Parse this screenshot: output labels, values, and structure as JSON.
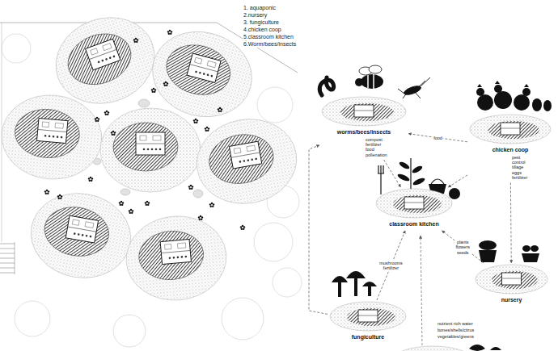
{
  "diagram": {
    "nodes": [
      {
        "text": [
          "worms/bees/insects",
          "compost fertilizer food pollenation"
        ]
      },
      {
        "text": [
          "chicken coop",
          "pest control tillage eggs fertilizer"
        ]
      },
      {
        "text": [
          "classroom kitchen"
        ]
      },
      {
        "text": [
          "fungiculture"
        ]
      },
      {
        "text": [
          "nursery"
        ]
      }
    ],
    "edges": [
      {
        "from": 1,
        "to": 0,
        "arrow": "to",
        "label": "food"
      },
      {
        "from": 0,
        "to": 2,
        "arrow": "to"
      },
      {
        "from": 1,
        "to": 2,
        "arrow": "to"
      },
      {
        "from": 3,
        "to": 2,
        "arrow": "to",
        "label": "mushrooms fertilizer"
      },
      {
        "from": 4,
        "to": 2,
        "arrow": "to",
        "label": "plants flowers seeds"
      },
      {
        "from": 3,
        "to": 0,
        "arrow": "to"
      },
      {
        "from": 1,
        "to": 4,
        "arrow": "to"
      }
    ],
    "labels": [
      "1. aquaponic",
      "2.nursery",
      "3. fungiculture",
      "4.chicken coop",
      "5.classroom kitchen",
      "6.Worm/bees/insects",
      "nutrient rich water",
      "bones/shells/citrus",
      "vegetables/greens"
    ]
  }
}
